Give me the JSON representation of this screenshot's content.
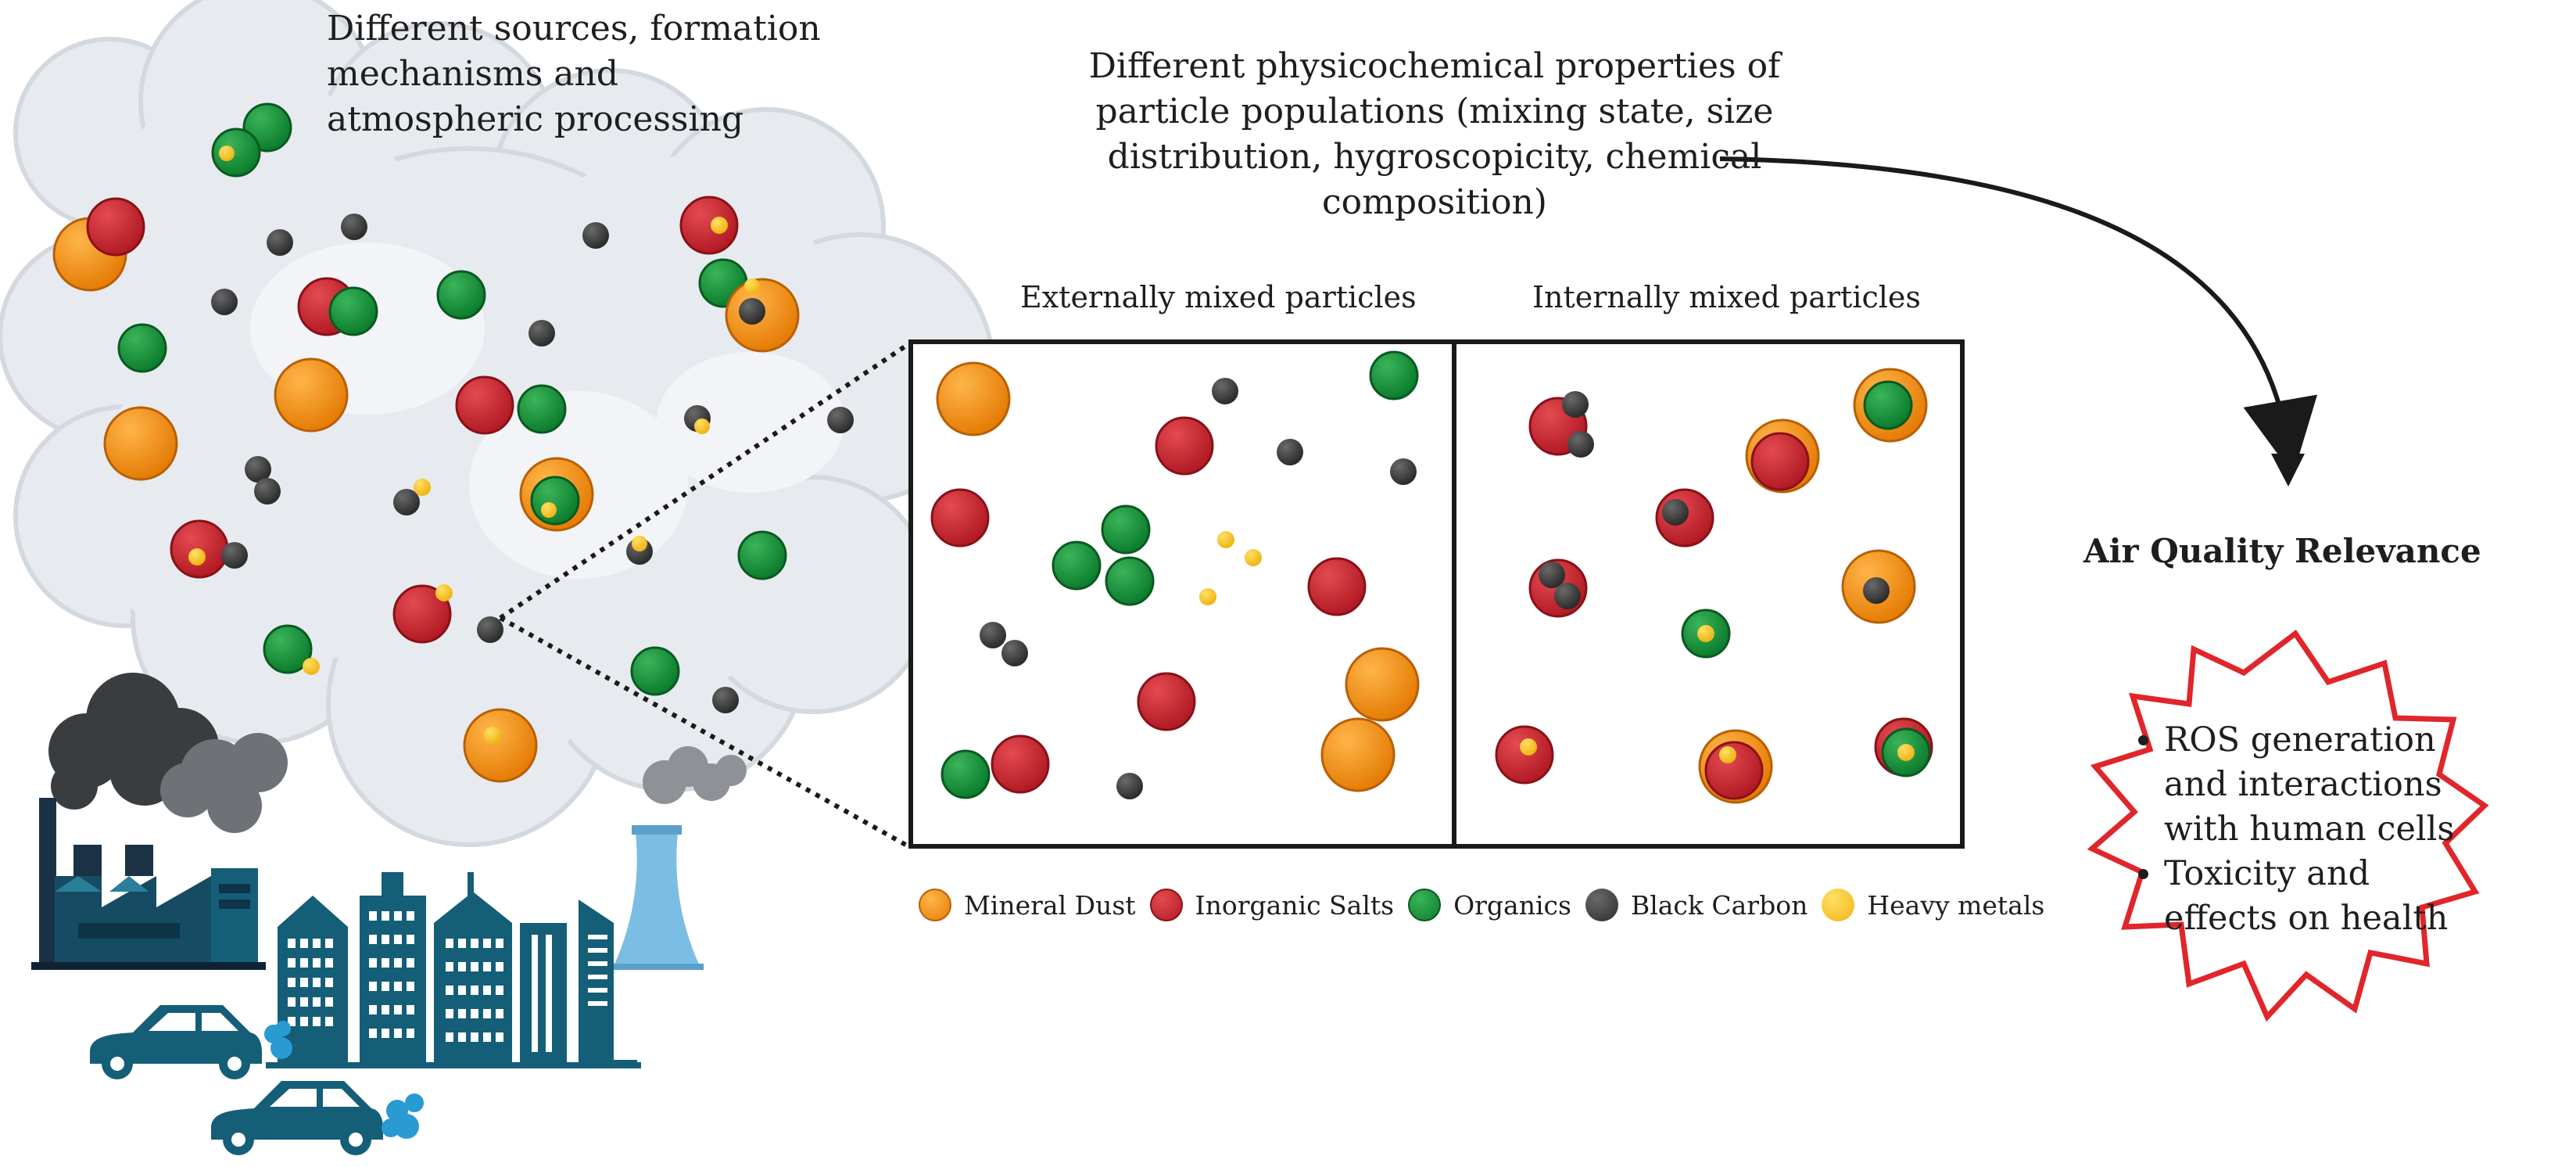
{
  "sources_text": "Different sources, formation mechanisms and atmospheric processing",
  "properties_text": "Different physicochemical properties of particle populations (mixing state, size distribution, hygroscopicity, chemical composition)",
  "external_title": "Externally mixed particles",
  "internal_title": "Internally mixed particles",
  "air_quality_title": "Air Quality Relevance",
  "bullets": [
    "ROS generation and interactions with human cells",
    "Toxicity and effects on health"
  ],
  "legend": [
    {
      "label": "Mineral Dust",
      "color": "#f08c10"
    },
    {
      "label": "Inorganic Salts",
      "color": "#c8202c"
    },
    {
      "label": "Organics",
      "color": "#129436"
    },
    {
      "label": "Black Carbon",
      "color": "#3a3a3a"
    },
    {
      "label": "Heavy metals",
      "color": "#f6c21c"
    }
  ],
  "colors": {
    "cloud": "#e7ebef",
    "city": "#155e78",
    "starburst": "#e0262a"
  }
}
